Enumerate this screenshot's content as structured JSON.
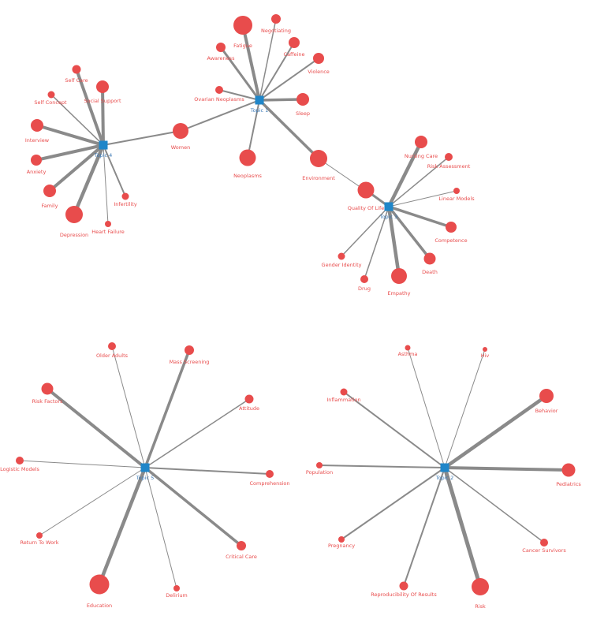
{
  "diagram": {
    "topics": [
      {
        "id": "t1",
        "label": "Topic 4"
      },
      {
        "id": "t2",
        "label": "Topic 1"
      },
      {
        "id": "t3",
        "label": "Topic 3"
      },
      {
        "id": "t4",
        "label": "Topic 5"
      },
      {
        "id": "t5",
        "label": "Topic 2"
      }
    ],
    "terms": [
      {
        "id": "self-care",
        "label": "Self Care"
      },
      {
        "id": "self-concept",
        "label": "Self Concept"
      },
      {
        "id": "social-support",
        "label": "Social Support"
      },
      {
        "id": "interview",
        "label": "Interview"
      },
      {
        "id": "anxiety",
        "label": "Anxiety"
      },
      {
        "id": "family",
        "label": "Family"
      },
      {
        "id": "depression",
        "label": "Depression"
      },
      {
        "id": "heart-failure",
        "label": "Heart Failure"
      },
      {
        "id": "infertility",
        "label": "Infertility"
      },
      {
        "id": "women",
        "label": "Women"
      },
      {
        "id": "fatigue",
        "label": "Fatigue"
      },
      {
        "id": "negotiating",
        "label": "Negotiating"
      },
      {
        "id": "awareness",
        "label": "Awareness"
      },
      {
        "id": "caffeine",
        "label": "Caffeine"
      },
      {
        "id": "violence",
        "label": "Violence"
      },
      {
        "id": "ovarian-neoplasms",
        "label": "Ovarian Neoplasms"
      },
      {
        "id": "sleep",
        "label": "Sleep"
      },
      {
        "id": "neoplasms",
        "label": "Neoplasms"
      },
      {
        "id": "environment",
        "label": "Environment"
      },
      {
        "id": "nursing-care",
        "label": "Nursing Care"
      },
      {
        "id": "risk-assessment",
        "label": "Risk Assessment"
      },
      {
        "id": "quality-of-life",
        "label": "Quality Of Life"
      },
      {
        "id": "linear-models",
        "label": "Linear Models"
      },
      {
        "id": "competence",
        "label": "Competence"
      },
      {
        "id": "gender-identity",
        "label": "Gender Identity"
      },
      {
        "id": "death",
        "label": "Death"
      },
      {
        "id": "drug",
        "label": "Drug"
      },
      {
        "id": "empathy",
        "label": "Empathy"
      },
      {
        "id": "older-adults",
        "label": "Older Adults"
      },
      {
        "id": "mass-screening",
        "label": "Mass Screening"
      },
      {
        "id": "risk-factors",
        "label": "Risk Factors"
      },
      {
        "id": "attitude",
        "label": "Attitude"
      },
      {
        "id": "logistic-models",
        "label": "Logistic Models"
      },
      {
        "id": "comprehension",
        "label": "Comprehension"
      },
      {
        "id": "return-to-work",
        "label": "Return To Work"
      },
      {
        "id": "critical-care",
        "label": "Critical Care"
      },
      {
        "id": "education",
        "label": "Education"
      },
      {
        "id": "delirium",
        "label": "Delirium"
      },
      {
        "id": "asthma",
        "label": "Asthma"
      },
      {
        "id": "hiv",
        "label": "Hiv"
      },
      {
        "id": "inflammation",
        "label": "Inflammation"
      },
      {
        "id": "behavior",
        "label": "Behavior"
      },
      {
        "id": "population",
        "label": "Population"
      },
      {
        "id": "pediatrics",
        "label": "Pediatrics"
      },
      {
        "id": "pregnancy",
        "label": "Pregnancy"
      },
      {
        "id": "cancer-survivors",
        "label": "Cancer Survivors"
      },
      {
        "id": "reproducibility-of-results",
        "label": "Reproducibility Of Results"
      },
      {
        "id": "risk",
        "label": "Risk"
      }
    ],
    "colors": {
      "term": "#e84c4c",
      "topic": "#1f86c9",
      "edge": "#8a8a8a"
    }
  }
}
